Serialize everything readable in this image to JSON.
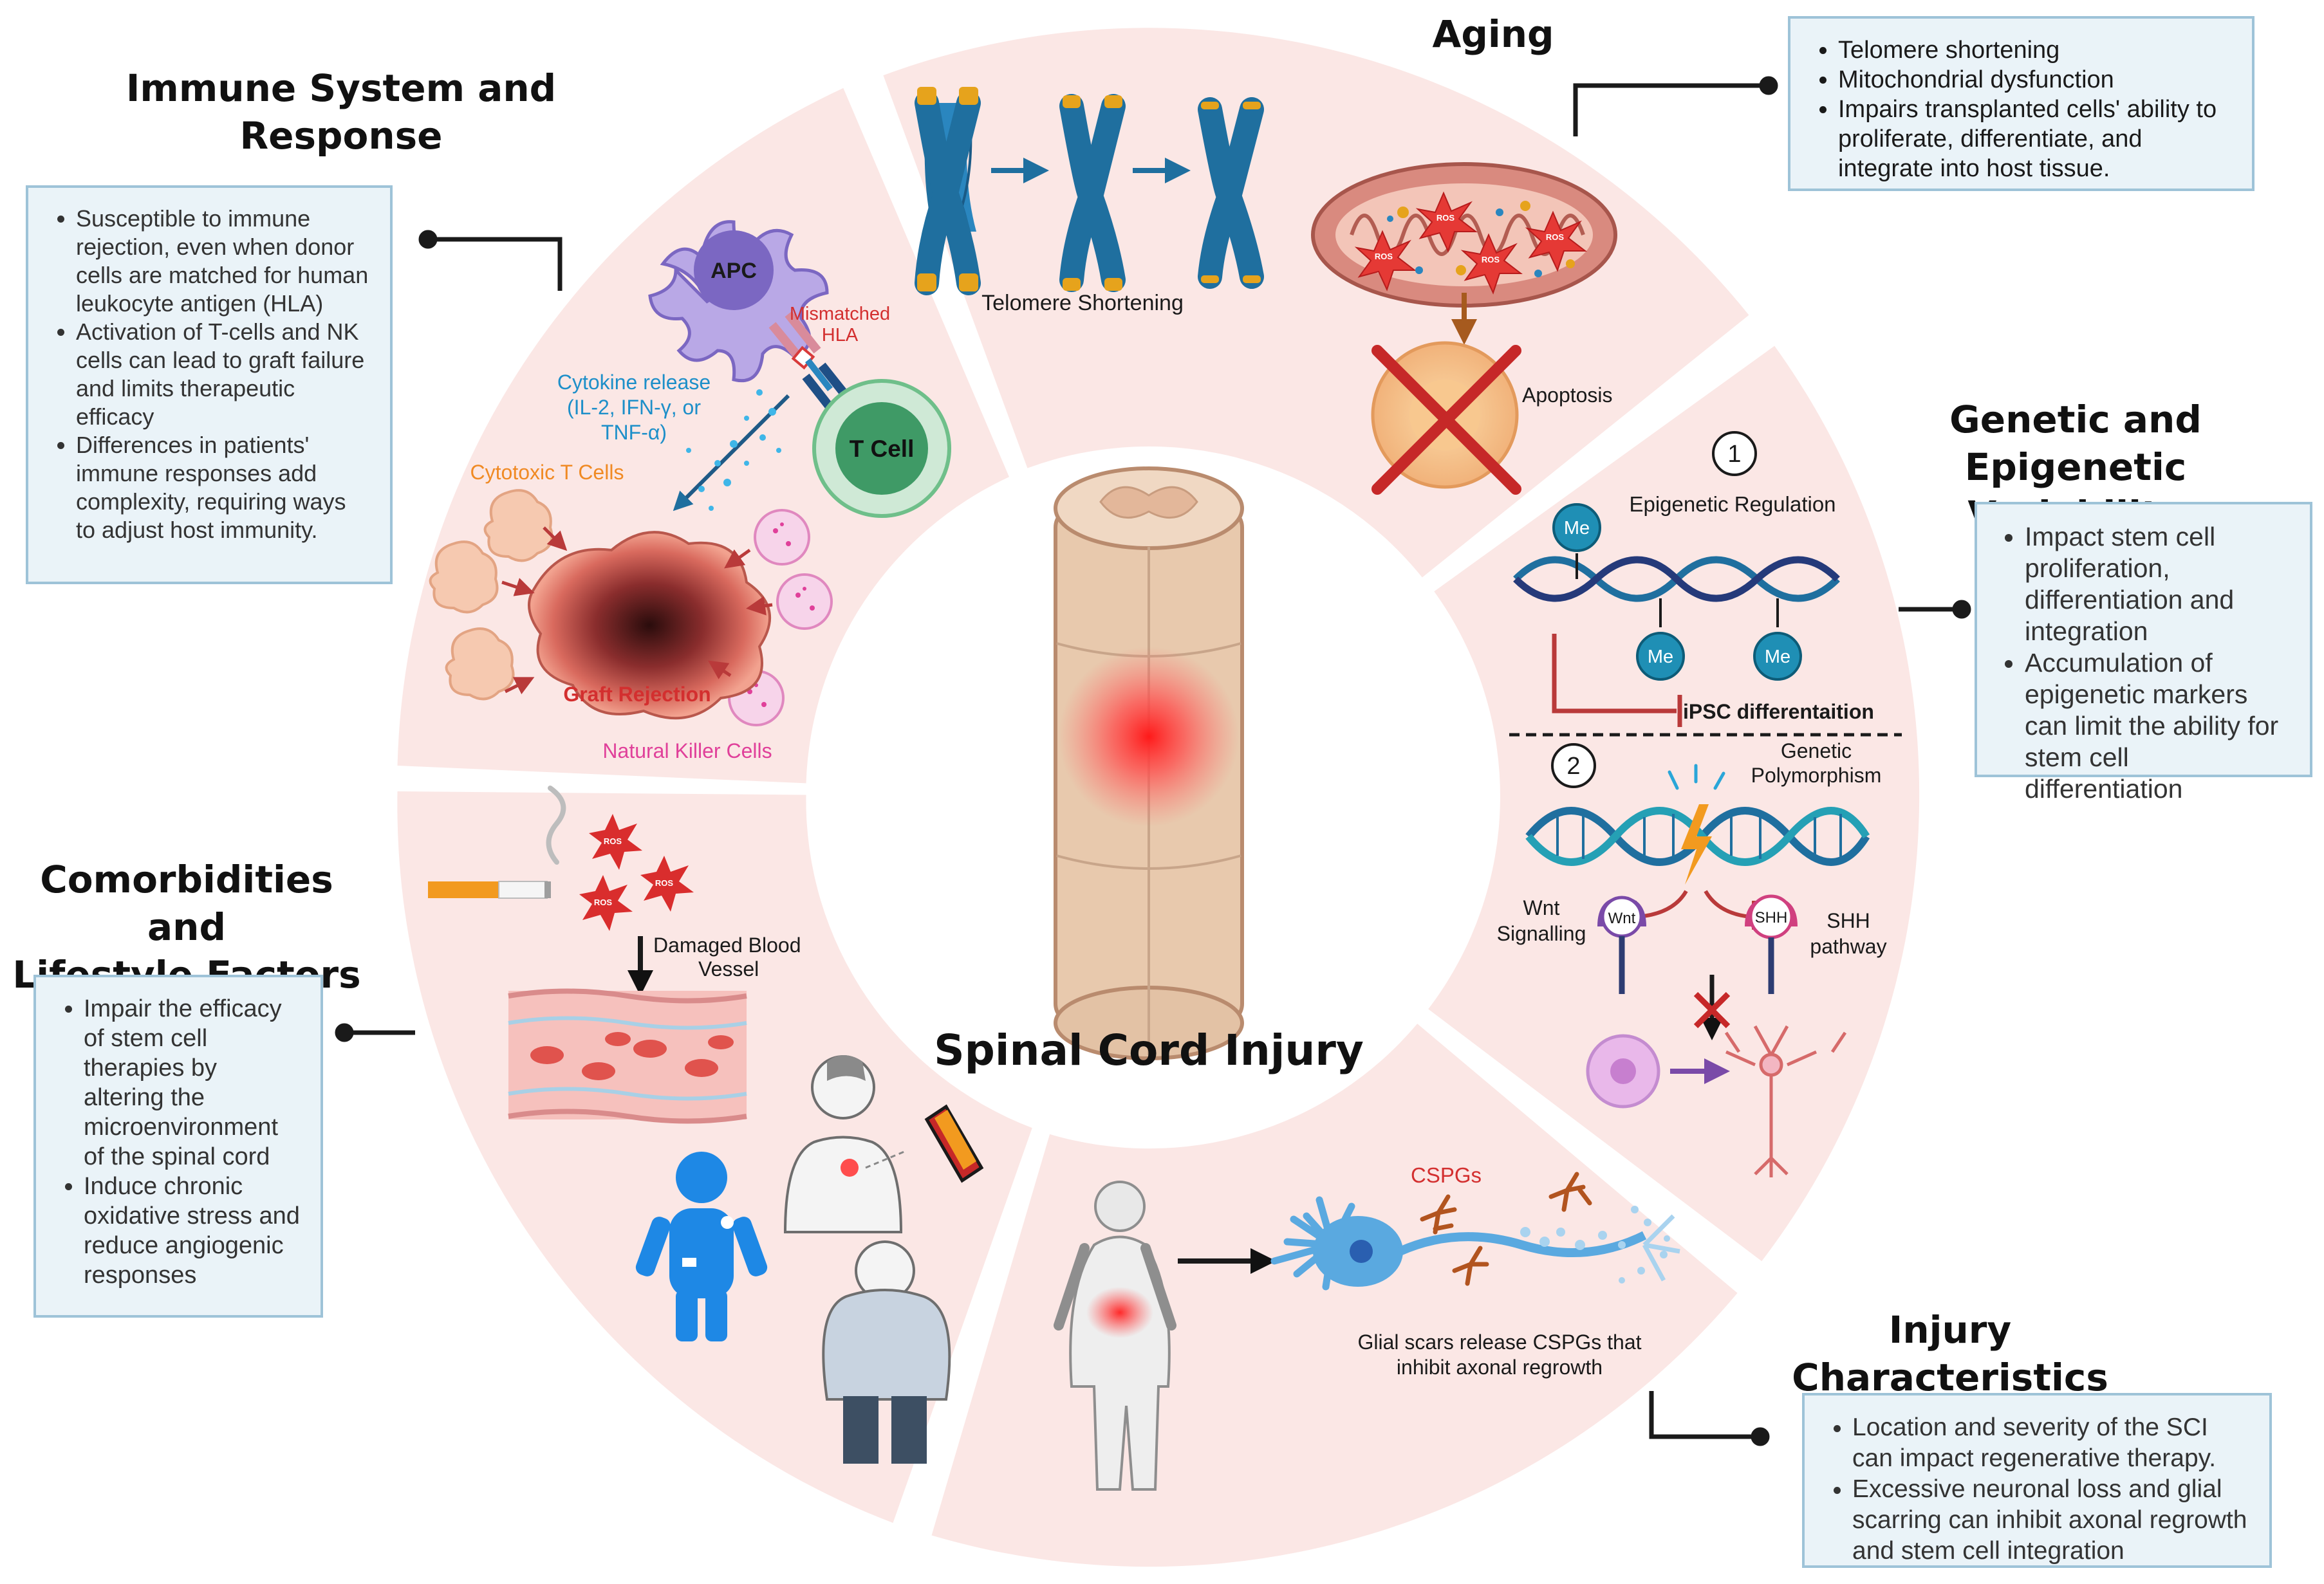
{
  "center": {
    "title": "Spinal Cord Injury"
  },
  "sections": {
    "aging": {
      "title": "Aging",
      "bullets": [
        "Telomere shortening",
        "Mitochondrial dysfunction",
        "Impairs transplanted cells' ability to proliferate, differentiate, and integrate into host tissue."
      ]
    },
    "immune": {
      "title_line1": "Immune System and",
      "title_line2": "Response",
      "bullets": [
        "Susceptible to immune rejection, even when donor cells are matched for human leukocyte antigen (HLA)",
        "Activation of T-cells and NK cells can lead to graft failure and limits therapeutic efficacy",
        "Differences in patients' immune responses add complexity, requiring ways to adjust host immunity."
      ]
    },
    "genetic": {
      "title_line1": "Genetic and Epigenetic",
      "title_line2": "Variability",
      "bullets": [
        "Impact stem cell proliferation, differentiation and integration",
        "Accumulation of epigenetic markers can limit the ability for stem cell differentiation"
      ]
    },
    "comorbidities": {
      "title_line1": "Comorbidities and",
      "title_line2": "Lifestyle Factors",
      "bullets": [
        "Impair the efficacy of stem cell therapies by altering the microenvironment of the spinal cord",
        "Induce chronic oxidative stress and reduce angiogenic responses"
      ]
    },
    "injury": {
      "title": "Injury Characteristics",
      "bullets": [
        "Location and severity of the SCI can impact regenerative therapy.",
        "Excessive neuronal loss and glial scarring can inhibit axonal regrowth and stem cell integration"
      ]
    }
  },
  "labels": {
    "telomere_shortening": "Telomere Shortening",
    "apoptosis": "Apoptosis",
    "ros": "ROS",
    "apc": "APC",
    "t_cell": "T Cell",
    "mismatched_line1": "Mismatched",
    "mismatched_line2": "HLA",
    "cytokine_line1": "Cytokine release",
    "cytokine_line2": "(IL-2, IFN-γ, or",
    "cytokine_line3": "TNF-α)",
    "cytotoxic_t_cells": "Cytotoxic T Cells",
    "graft_rejection": "Graft Rejection",
    "natural_killer_cells": "Natural Killer Cells",
    "step1": "1",
    "step2": "2",
    "epigenetic_regulation": "Epigenetic Regulation",
    "me": "Me",
    "ipsc_differentiation": "iPSC differentaition",
    "genetic_polymorphism_line1": "Genetic",
    "genetic_polymorphism_line2": "Polymorphism",
    "wnt": "Wnt",
    "wnt_signalling_line1": "Wnt",
    "wnt_signalling_line2": "Signalling",
    "shh": "SHH",
    "shh_pathway_line1": "SHH",
    "shh_pathway_line2": "pathway",
    "damaged_vessel_line1": "Damaged Blood",
    "damaged_vessel_line2": "Vessel",
    "cspgs": "CSPGs",
    "glial_line1": "Glial scars release CSPGs that",
    "glial_line2": "inhibit axonal regrowth"
  },
  "colors": {
    "ring_fill": "#fbe7e5",
    "box_fill": "#eaf3f8",
    "box_border": "#9ec3d8",
    "accent_red": "#d32f2f",
    "accent_blue": "#1f6f9f",
    "cytokine_blue": "#1d8fc9",
    "cytotoxic_orange": "#f08a24",
    "nk_pink": "#e0409a"
  }
}
